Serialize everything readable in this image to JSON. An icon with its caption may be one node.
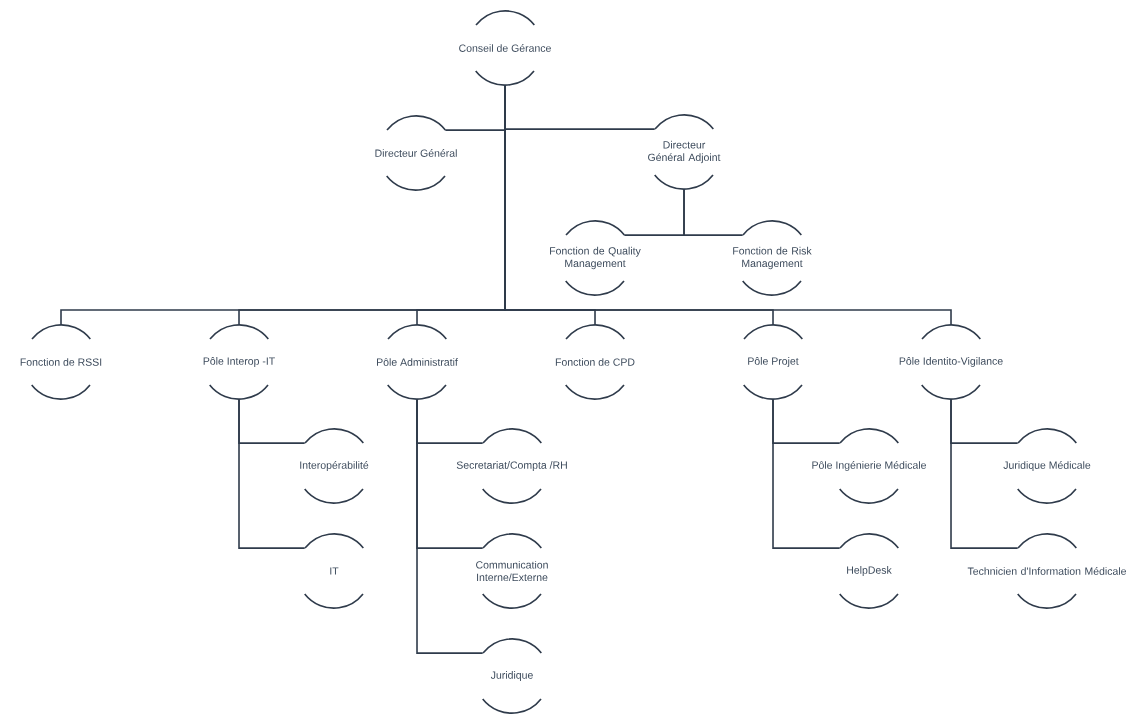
{
  "diagram": {
    "nodes": [
      {
        "text": [
          "Conseil de Gérance"
        ]
      },
      {
        "text": [
          "Directeur Général"
        ]
      },
      {
        "text": [
          "Directeur Général Adjoint"
        ]
      },
      {
        "text": [
          "Fonction de Quality Management"
        ]
      },
      {
        "text": [
          "Fonction de Risk Management"
        ]
      },
      {
        "text": [
          "Fonction de RSSI"
        ]
      },
      {
        "text": [
          "Pôle Interop -IT"
        ]
      },
      {
        "text": [
          "Pôle Administratif"
        ]
      },
      {
        "text": [
          "Fonction de CPD"
        ]
      },
      {
        "text": [
          "Pôle Projet"
        ]
      },
      {
        "text": [
          "Pôle Identito-Vigilance"
        ]
      },
      {
        "text": [
          "Interopérabilité"
        ]
      },
      {
        "text": [
          "IT"
        ]
      },
      {
        "text": [
          "Secretariat/Compta /RH"
        ]
      },
      {
        "text": [
          "Communication Interne/Externe"
        ]
      },
      {
        "text": [
          "Juridique"
        ]
      },
      {
        "text": [
          "Pôle Ingénierie Médicale"
        ]
      },
      {
        "text": [
          "HelpDesk"
        ]
      },
      {
        "text": [
          "Juridique Médicale"
        ]
      },
      {
        "text": [
          "Technicien d'Information Médicale"
        ]
      }
    ],
    "edges": [
      {
        "from": 0,
        "to": 1,
        "arrow": "none"
      },
      {
        "from": 0,
        "to": 2,
        "arrow": "none"
      },
      {
        "from": 2,
        "to": 3,
        "arrow": "none"
      },
      {
        "from": 2,
        "to": 4,
        "arrow": "none"
      },
      {
        "from": 0,
        "to": 5,
        "arrow": "none"
      },
      {
        "from": 0,
        "to": 6,
        "arrow": "none"
      },
      {
        "from": 0,
        "to": 7,
        "arrow": "none"
      },
      {
        "from": 0,
        "to": 8,
        "arrow": "none"
      },
      {
        "from": 0,
        "to": 9,
        "arrow": "none"
      },
      {
        "from": 0,
        "to": 10,
        "arrow": "none"
      },
      {
        "from": 6,
        "to": 11,
        "arrow": "none"
      },
      {
        "from": 6,
        "to": 12,
        "arrow": "none"
      },
      {
        "from": 7,
        "to": 13,
        "arrow": "none"
      },
      {
        "from": 7,
        "to": 14,
        "arrow": "none"
      },
      {
        "from": 7,
        "to": 15,
        "arrow": "none"
      },
      {
        "from": 9,
        "to": 16,
        "arrow": "none"
      },
      {
        "from": 9,
        "to": 17,
        "arrow": "none"
      },
      {
        "from": 10,
        "to": 18,
        "arrow": "none"
      },
      {
        "from": 10,
        "to": 19,
        "arrow": "none"
      }
    ]
  }
}
